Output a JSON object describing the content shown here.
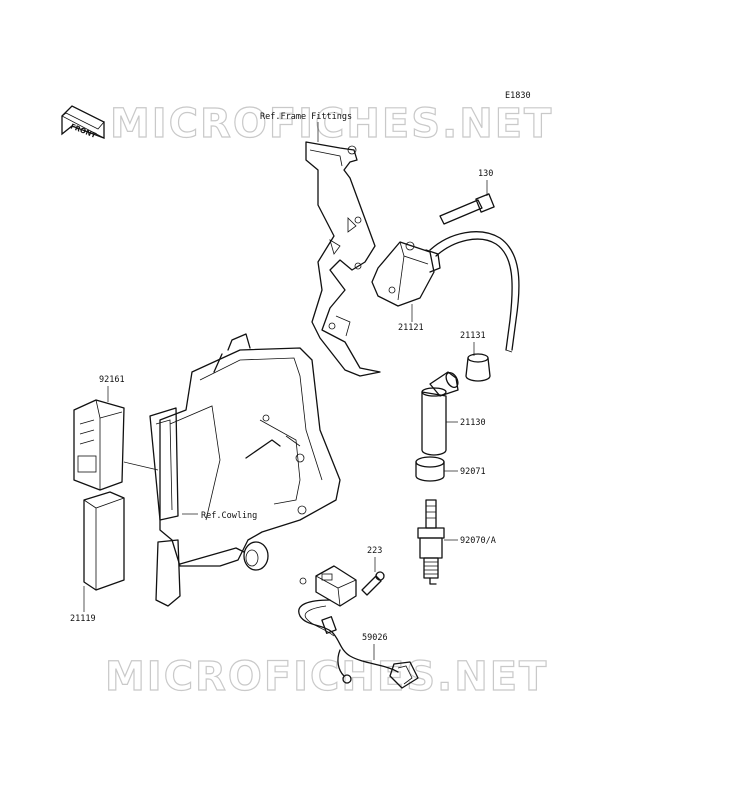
{
  "diagram_code": "E1830",
  "watermark_text": "MICROFICHES.NET",
  "front_label": "FRONT",
  "refs": {
    "frame_fittings": "Ref.Frame Fittings",
    "cowling": "Ref.Cowling"
  },
  "parts": {
    "p130": "130",
    "p21121": "21121",
    "p21131": "21131",
    "p21130": "21130",
    "p92071": "92071",
    "p92070": "92070/A",
    "p223": "223",
    "p59026": "59026",
    "p92161": "92161",
    "p21119": "21119"
  }
}
